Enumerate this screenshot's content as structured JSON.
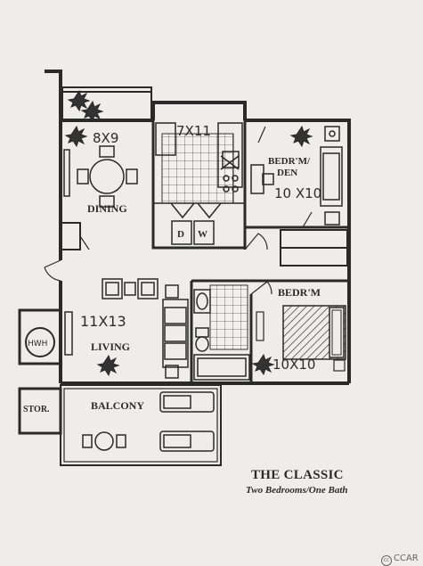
{
  "rooms": {
    "dining": "DINING",
    "living": "LIVING",
    "bedroom_den": "BEDR'M/\nDEN",
    "bedroom": "BEDR'M",
    "balcony": "BALCONY",
    "storage": "STOR.",
    "dishwasher_d": "D",
    "dishwasher_w": "W"
  },
  "dimensions": {
    "dining": "8X9",
    "kitchen": "7X11",
    "den": "10 X10",
    "living": "11X13",
    "bedroom": "10X10"
  },
  "water_heater": "HWH",
  "plan_title": "THE CLASSIC",
  "plan_subtitle": "Two Bedrooms/One Bath",
  "license": "CCAR"
}
